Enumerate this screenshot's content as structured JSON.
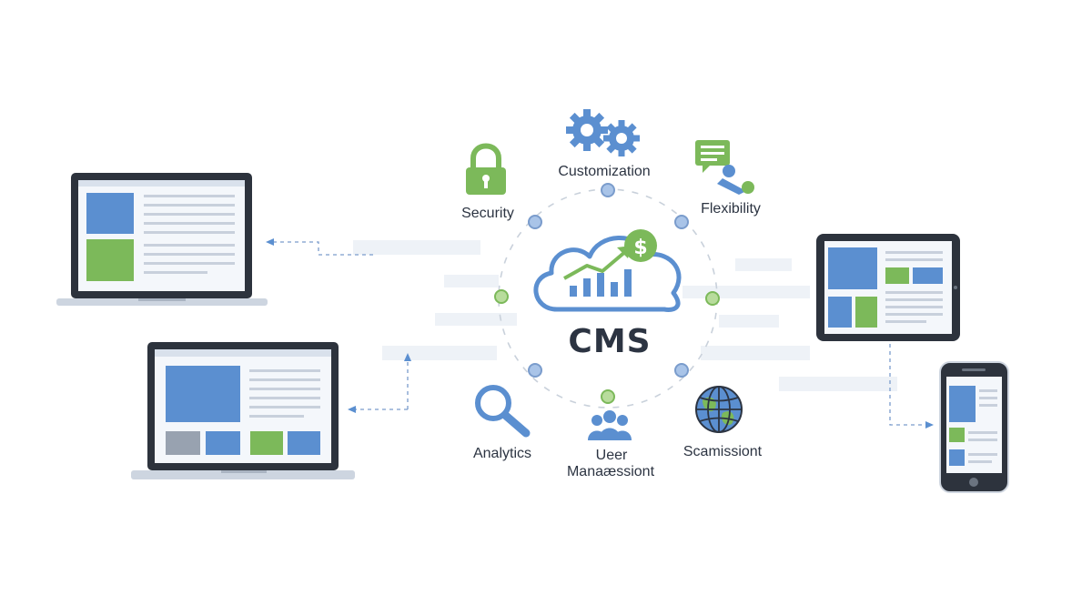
{
  "center": {
    "title": "CMS"
  },
  "features": {
    "customization": "Customization",
    "security": "Security",
    "flexibility": "Flexibility",
    "analytics": "Analytics",
    "user_management_line1": "Ueer",
    "user_management_line2": "Manaæssiont",
    "scamissiont": "Scamissiont"
  },
  "colors": {
    "blue": "#5b8fd0",
    "green": "#7cb95a",
    "dark": "#2c3442",
    "ring": "#b9c3cf",
    "ghost": "#eef2f7"
  },
  "icons": [
    "gear-icon",
    "lock-icon",
    "chat-user-icon",
    "magnifier-icon",
    "users-icon",
    "globe-icon",
    "cloud-chart-icon"
  ]
}
